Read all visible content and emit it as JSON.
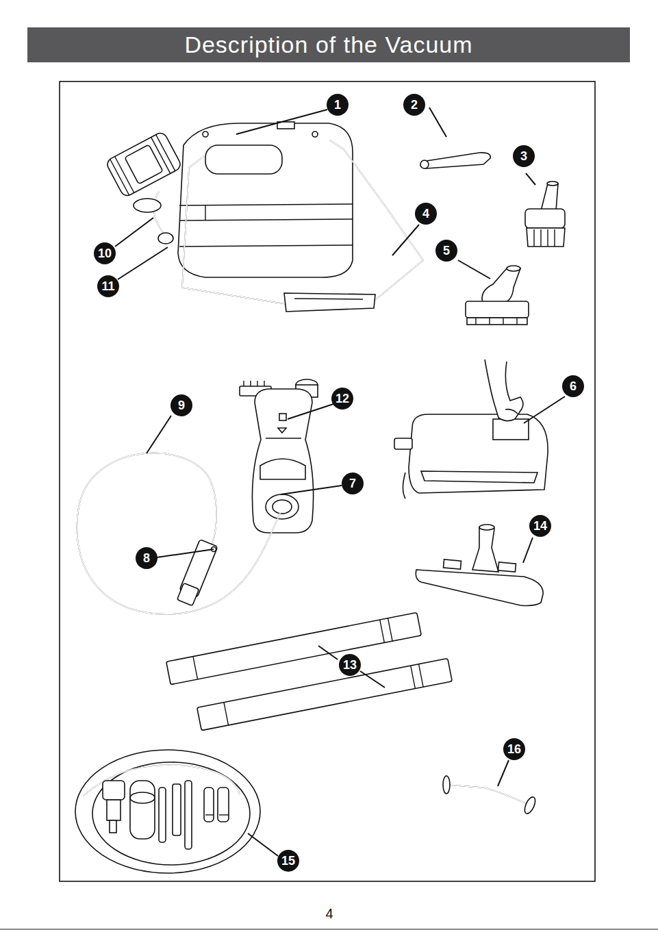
{
  "diagram": {
    "title": "Description of the Vacuum",
    "nodes": [
      {
        "text": [
          "1"
        ]
      },
      {
        "text": [
          "2"
        ]
      },
      {
        "text": [
          "3"
        ]
      },
      {
        "text": [
          "4"
        ]
      },
      {
        "text": [
          "5"
        ]
      },
      {
        "text": [
          "6"
        ]
      },
      {
        "text": [
          "7"
        ]
      },
      {
        "text": [
          "8"
        ]
      },
      {
        "text": [
          "9"
        ]
      },
      {
        "text": [
          "10"
        ]
      },
      {
        "text": [
          "11"
        ]
      },
      {
        "text": [
          "12"
        ]
      },
      {
        "text": [
          "13"
        ]
      },
      {
        "text": [
          "14"
        ]
      },
      {
        "text": [
          "15"
        ]
      },
      {
        "text": [
          "16"
        ]
      }
    ],
    "labels": [
      "4"
    ]
  }
}
